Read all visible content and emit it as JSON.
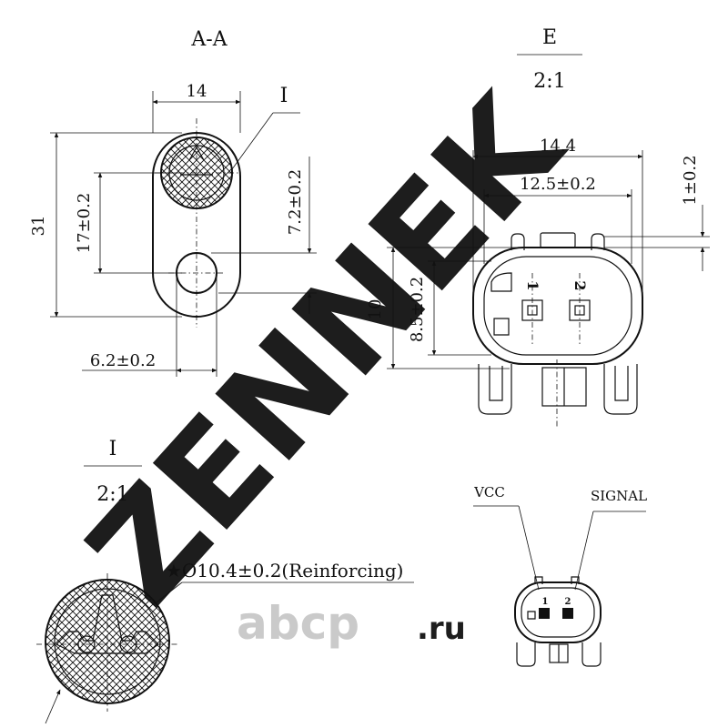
{
  "section_aa": {
    "title": "A-A",
    "dim_width": "14",
    "dim_height": "31",
    "dim_center": "17±0.2",
    "dim_offset": "7.2±0.2",
    "dim_hole": "6.2±0.2",
    "detail_ref": "I"
  },
  "view_e": {
    "title": "E",
    "scale": "2:1",
    "dim_overall": "14.4",
    "dim_inner": "12.5±0.2",
    "dim_height": "10",
    "dim_inner_height": "8.5±0.2",
    "dim_latch": "1±0.2",
    "pin1": "1",
    "pin2": "2"
  },
  "detail_i": {
    "title": "I",
    "scale": "2:1",
    "callout": "★Ø10.4±0.2(Reinforcing)"
  },
  "pinout": {
    "vcc_label": "VCC",
    "signal_label": "SIGNAL",
    "pin1": "1",
    "pin2": "2"
  },
  "watermark": {
    "brand": "ZENNEK",
    "site": "abcp",
    "site_tld": ".ru",
    "color": "#c8c8c8"
  }
}
